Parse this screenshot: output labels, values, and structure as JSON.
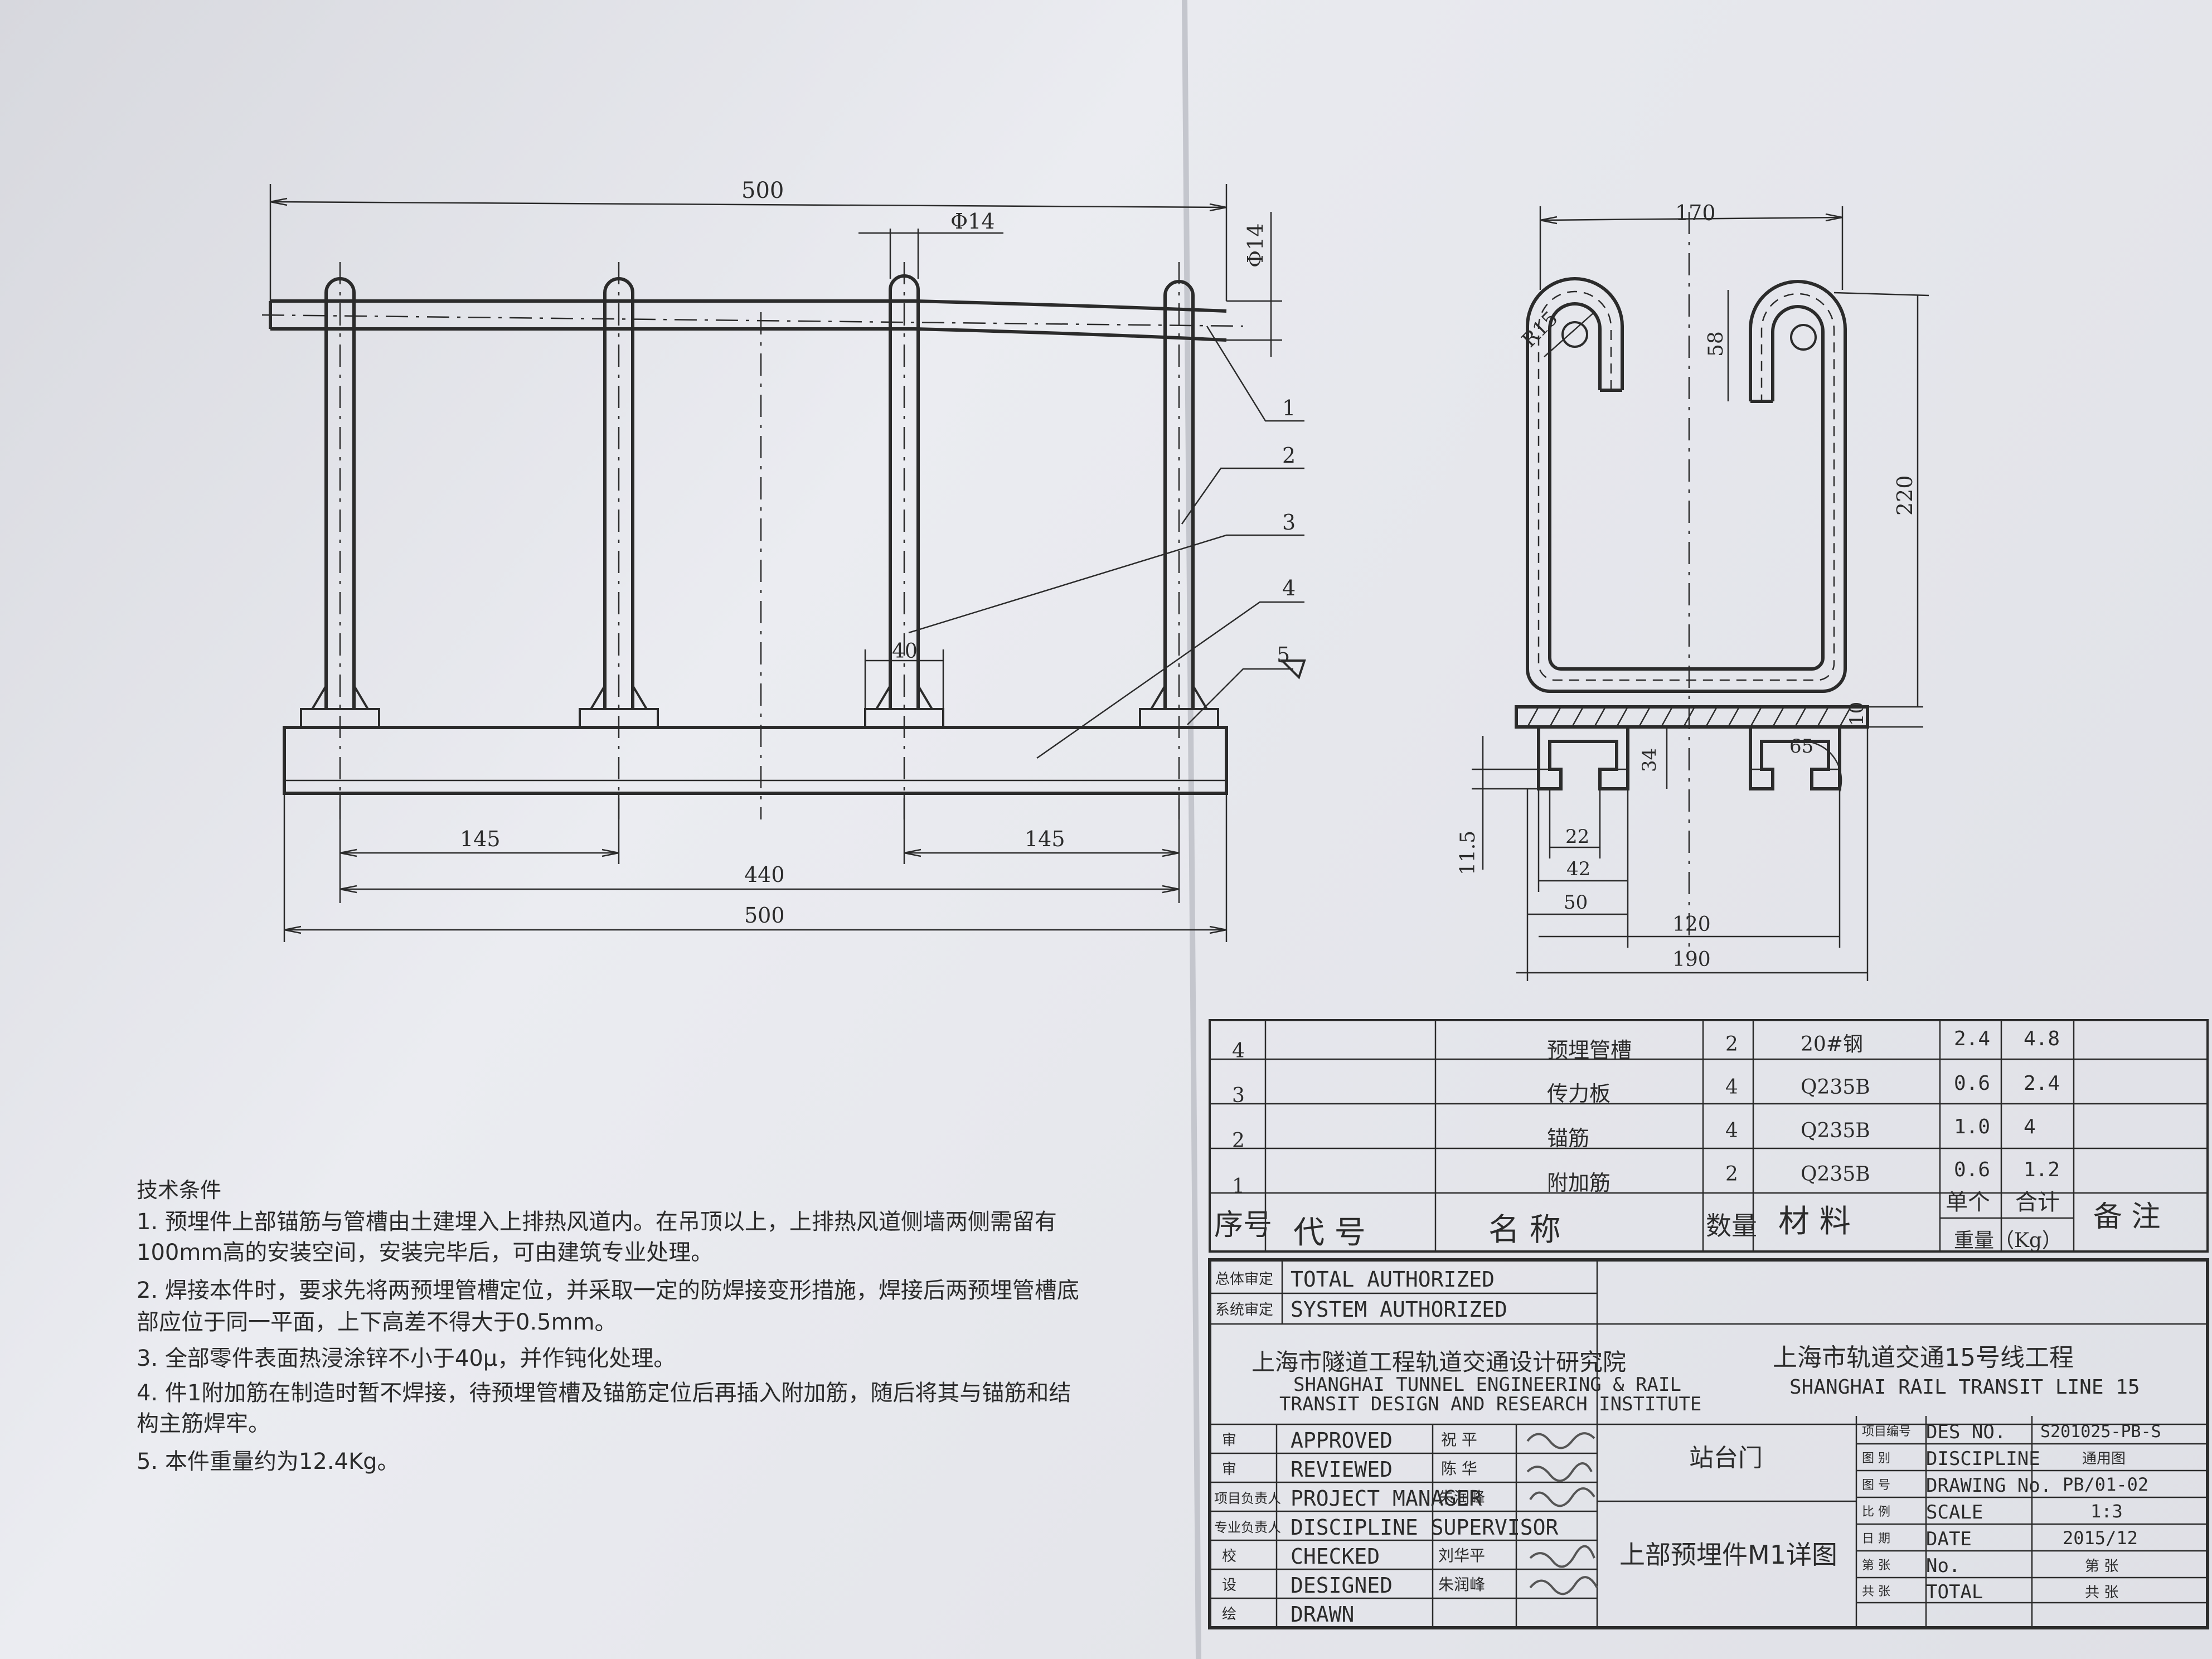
{
  "drawing": {
    "front_view": {
      "dim_top_total": "500",
      "dim_rod_dia": "Φ14",
      "dim_rod_dia_vertical": "Φ14",
      "dim_plate_width": "40",
      "dim_left_spacing": "145",
      "dim_right_spacing": "145",
      "dim_outer_rods": "440",
      "dim_bottom_total": "500",
      "callouts": [
        "1",
        "2",
        "3",
        "4",
        "5"
      ]
    },
    "side_view": {
      "dim_width": "170",
      "dim_radius": "R15",
      "dim_hook": "58",
      "dim_height": "220",
      "dim_plate_thk": "10",
      "dim_channel_depth": "34",
      "dim_angle": "65",
      "dim_11_5": "11.5",
      "dim_22": "22",
      "dim_42": "42",
      "dim_50": "50",
      "dim_120": "120",
      "dim_190": "190"
    }
  },
  "bom": {
    "rows": [
      {
        "no": "4",
        "code": "",
        "name": "预埋管槽",
        "qty": "2",
        "material": "20#钢",
        "unit": "2.4",
        "total": "4.8",
        "note": ""
      },
      {
        "no": "3",
        "code": "",
        "name": "传力板",
        "qty": "4",
        "material": "Q235B",
        "unit": "0.6",
        "total": "2.4",
        "note": ""
      },
      {
        "no": "2",
        "code": "",
        "name": "锚筋",
        "qty": "4",
        "material": "Q235B",
        "unit": "1.0",
        "total": "4",
        "note": ""
      },
      {
        "no": "1",
        "code": "",
        "name": "附加筋",
        "qty": "2",
        "material": "Q235B",
        "unit": "0.6",
        "total": "1.2",
        "note": ""
      }
    ],
    "header": {
      "no": "序号",
      "code": "代  号",
      "name": "名      称",
      "qty": "数量",
      "material": "材    料",
      "unit": "单个",
      "total": "合计",
      "weight": "重量（Kg）",
      "note": "备 注"
    }
  },
  "tech": {
    "title": "技术条件",
    "items": [
      "1. 预埋件上部锚筋与管槽由土建埋入上排热风道内。在吊顶以上，上排热风道侧墙两侧需留有",
      "100mm高的安装空间，安装完毕后，可由建筑专业处理。",
      "2. 焊接本件时，要求先将两预埋管槽定位，并采取一定的防焊接变形措施，焊接后两预埋管槽底",
      "部应位于同一平面，上下高差不得大于0.5mm。",
      "3. 全部零件表面热浸涂锌不小于40μ，并作钝化处理。",
      "4. 件1附加筋在制造时暂不焊接，待预埋管槽及锚筋定位后再插入附加筋，随后将其与锚筋和结",
      "构主筋焊牢。",
      "5. 本件重量约为12.4Kg。"
    ]
  },
  "title_block": {
    "total_authorized_cn": "总体审定",
    "total_authorized": "TOTAL AUTHORIZED",
    "system_authorized_cn": "系统审定",
    "system_authorized": "SYSTEM AUTHORIZED",
    "institute_cn": "上海市隧道工程轨道交通设计研究院",
    "institute_en_1": "SHANGHAI TUNNEL ENGINEERING & RAIL",
    "institute_en_2": "TRANSIT DESIGN AND RESEARCH INSTITUTE",
    "project_cn": "上海市轨道交通15号线工程",
    "project_en": "SHANGHAI RAIL TRANSIT LINE 15",
    "roles": [
      {
        "cn": "审",
        "en": "APPROVED",
        "name": "祝 平"
      },
      {
        "cn": "审",
        "en": "REVIEWED",
        "name": "陈 华"
      },
      {
        "cn": "项目负责人",
        "en": "PROJECT MANAGER",
        "name": "朱润峰"
      },
      {
        "cn": "专业负责人",
        "en": "DISCIPLINE SUPERVISOR",
        "name": ""
      },
      {
        "cn": "校",
        "en": "CHECKED",
        "name": "刘华平"
      },
      {
        "cn": "设",
        "en": "DESIGNED",
        "name": "朱润峰"
      },
      {
        "cn": "绘",
        "en": "DRAWN",
        "name": ""
      }
    ],
    "sheet_name_1": "站台门",
    "sheet_name_2": "上部预埋件M1详图",
    "info": [
      {
        "cn": "项目编号",
        "en": "DES NO.",
        "value": "S201025-PB-S"
      },
      {
        "cn": "图  别",
        "en": "DISCIPLINE",
        "value": "通用图"
      },
      {
        "cn": "图  号",
        "en": "DRAWING No.",
        "value": "PB/01-02"
      },
      {
        "cn": "比  例",
        "en": "SCALE",
        "value": "1:3"
      },
      {
        "cn": "日  期",
        "en": "DATE",
        "value": "2015/12"
      },
      {
        "cn": "第  张",
        "en": "No.",
        "value": "第  张"
      },
      {
        "cn": "共  张",
        "en": "TOTAL",
        "value": "共  张"
      }
    ]
  }
}
